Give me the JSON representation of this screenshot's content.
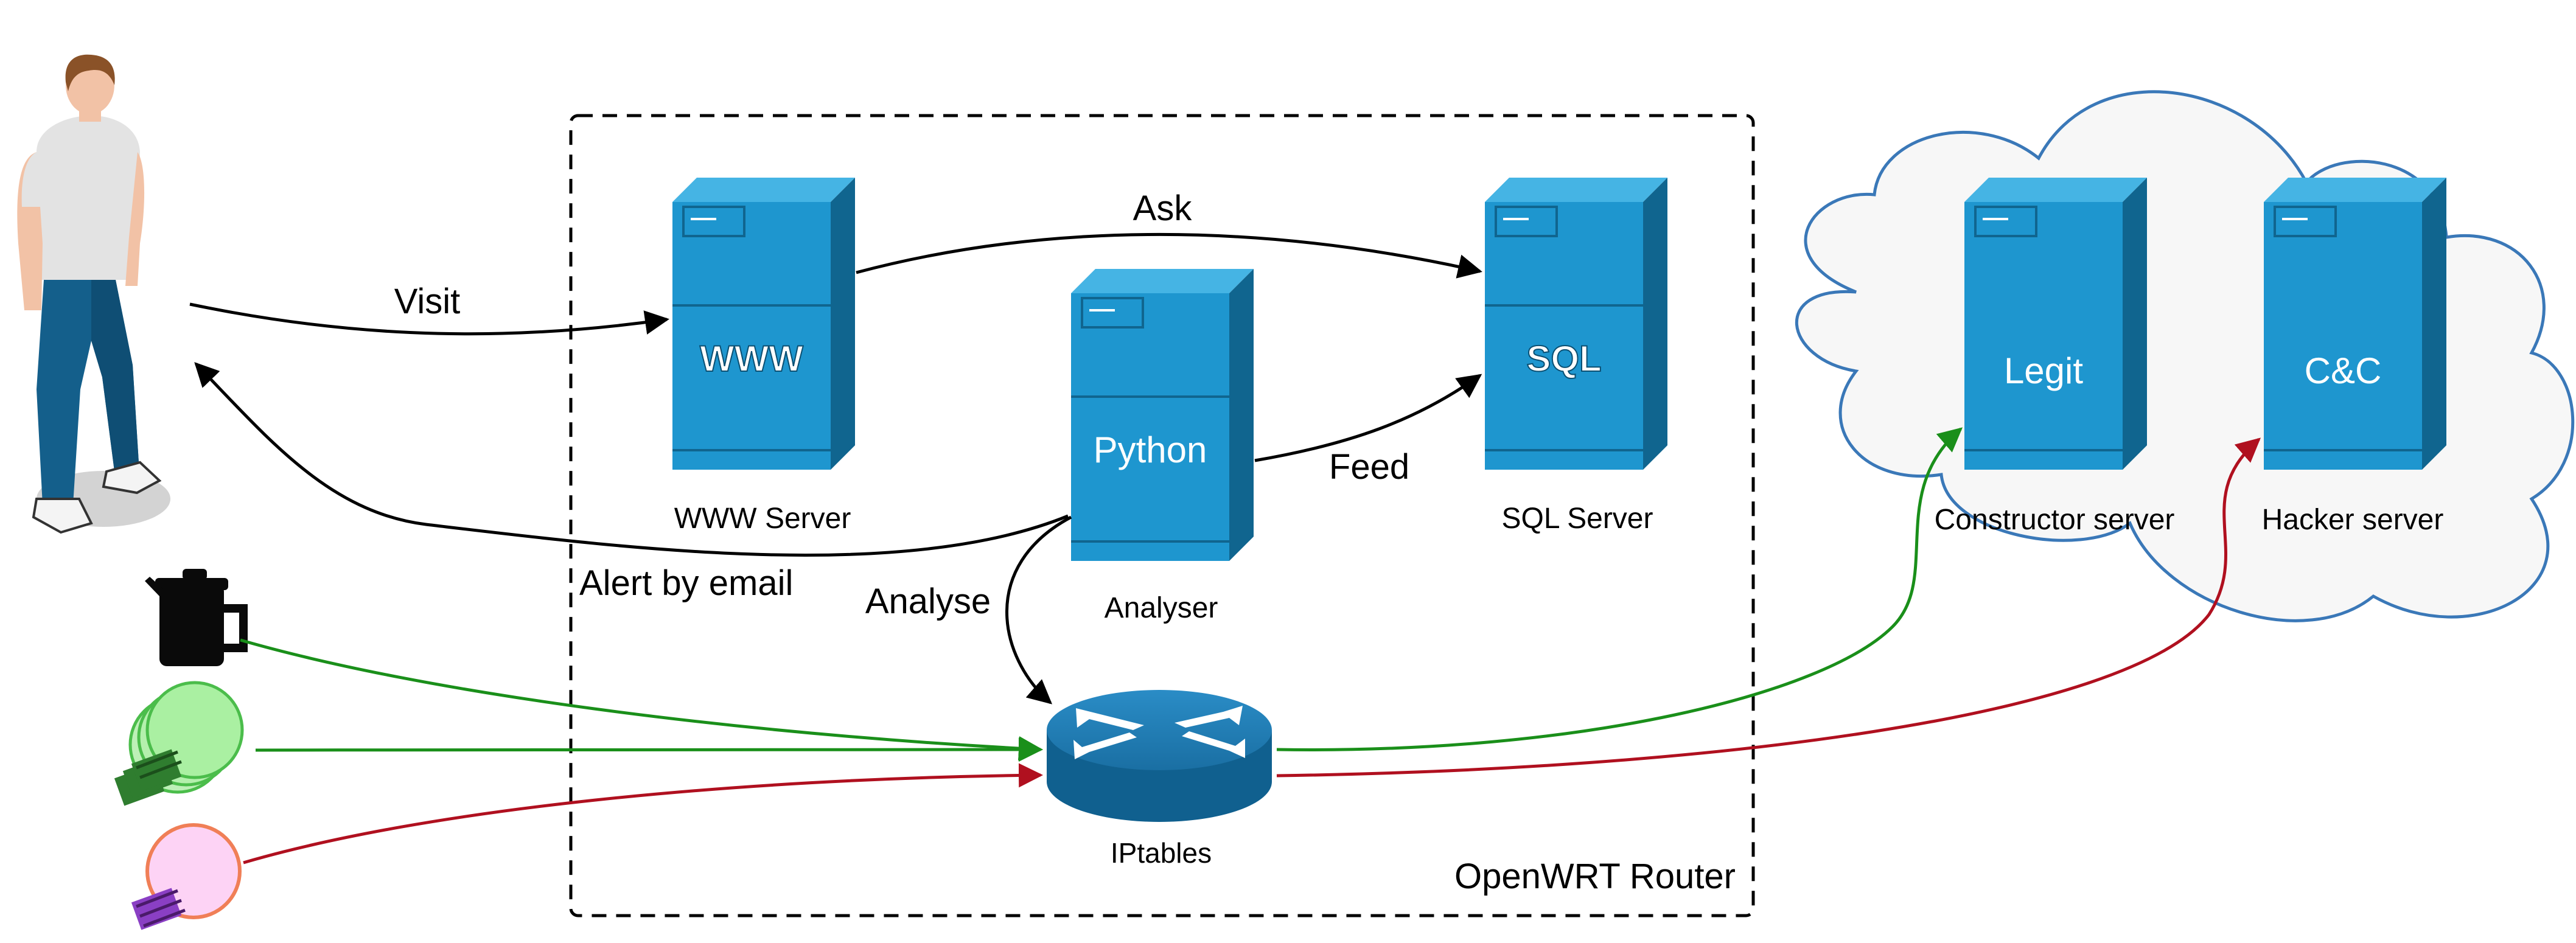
{
  "labels": {
    "visit": "Visit",
    "ask": "Ask",
    "feed": "Feed",
    "alert_by_email": "Alert by email",
    "analyse": "Analyse",
    "openwrt_router": "OpenWRT Router"
  },
  "servers": {
    "www": {
      "text": "WWW",
      "caption": "WWW Server"
    },
    "python": {
      "text": "Python",
      "caption": "Analyser"
    },
    "sql": {
      "text": "SQL",
      "caption": "SQL Server"
    },
    "legit": {
      "text": "Legit",
      "caption": "Constructor server"
    },
    "cc": {
      "text": "C&C",
      "caption": "Hacker server"
    }
  },
  "router": {
    "caption": "IPtables"
  },
  "colors": {
    "server_front": "#1e96cf",
    "server_side": "#10658f",
    "server_top": "#45b4e4",
    "router": "#1673a9",
    "green_flow": "#1a8f1a",
    "red_flow": "#b0101f",
    "cloud_stroke": "#3a78b8",
    "cloud_fill": "#f7f7f7"
  },
  "icons": [
    "person-icon",
    "kettle-icon",
    "smart-bulb-green-icon",
    "smart-bulb-pink-icon",
    "router-icon",
    "cloud-icon"
  ]
}
